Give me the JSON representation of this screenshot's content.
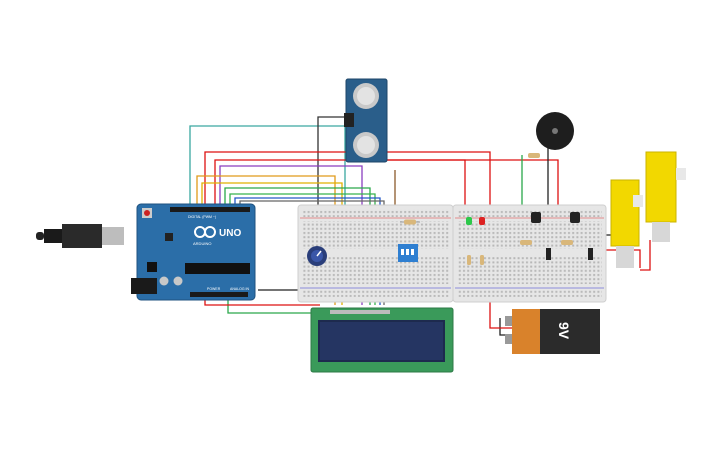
{
  "arduino": {
    "brand": "UNO",
    "digital_label": "DIGITAL (PWM ~)",
    "power_label": "POWER",
    "analog_label": "ANALOG IN",
    "logo_text": "ARDUINO"
  },
  "battery": {
    "label": "9V"
  },
  "colors": {
    "arduino_board": "#2b6ea8",
    "breadboard": "#e6e6e6",
    "lcd_pcb": "#3a9a5a",
    "lcd_screen": "#1d2a4e",
    "sensor_board": "#2a5e8a",
    "motor": "#f2d800",
    "battery_body": "#2b2b2b",
    "battery_cap": "#d9822b"
  },
  "components": {
    "ultrasonic_sensor": "ultrasonic-sensor",
    "buzzer": "piezo-buzzer",
    "potentiometer": "potentiometer",
    "dip_switch": "dip-switch",
    "motors": [
      "dc-motor-1",
      "dc-motor-2"
    ],
    "leds": [
      "green-led",
      "red-led"
    ]
  }
}
